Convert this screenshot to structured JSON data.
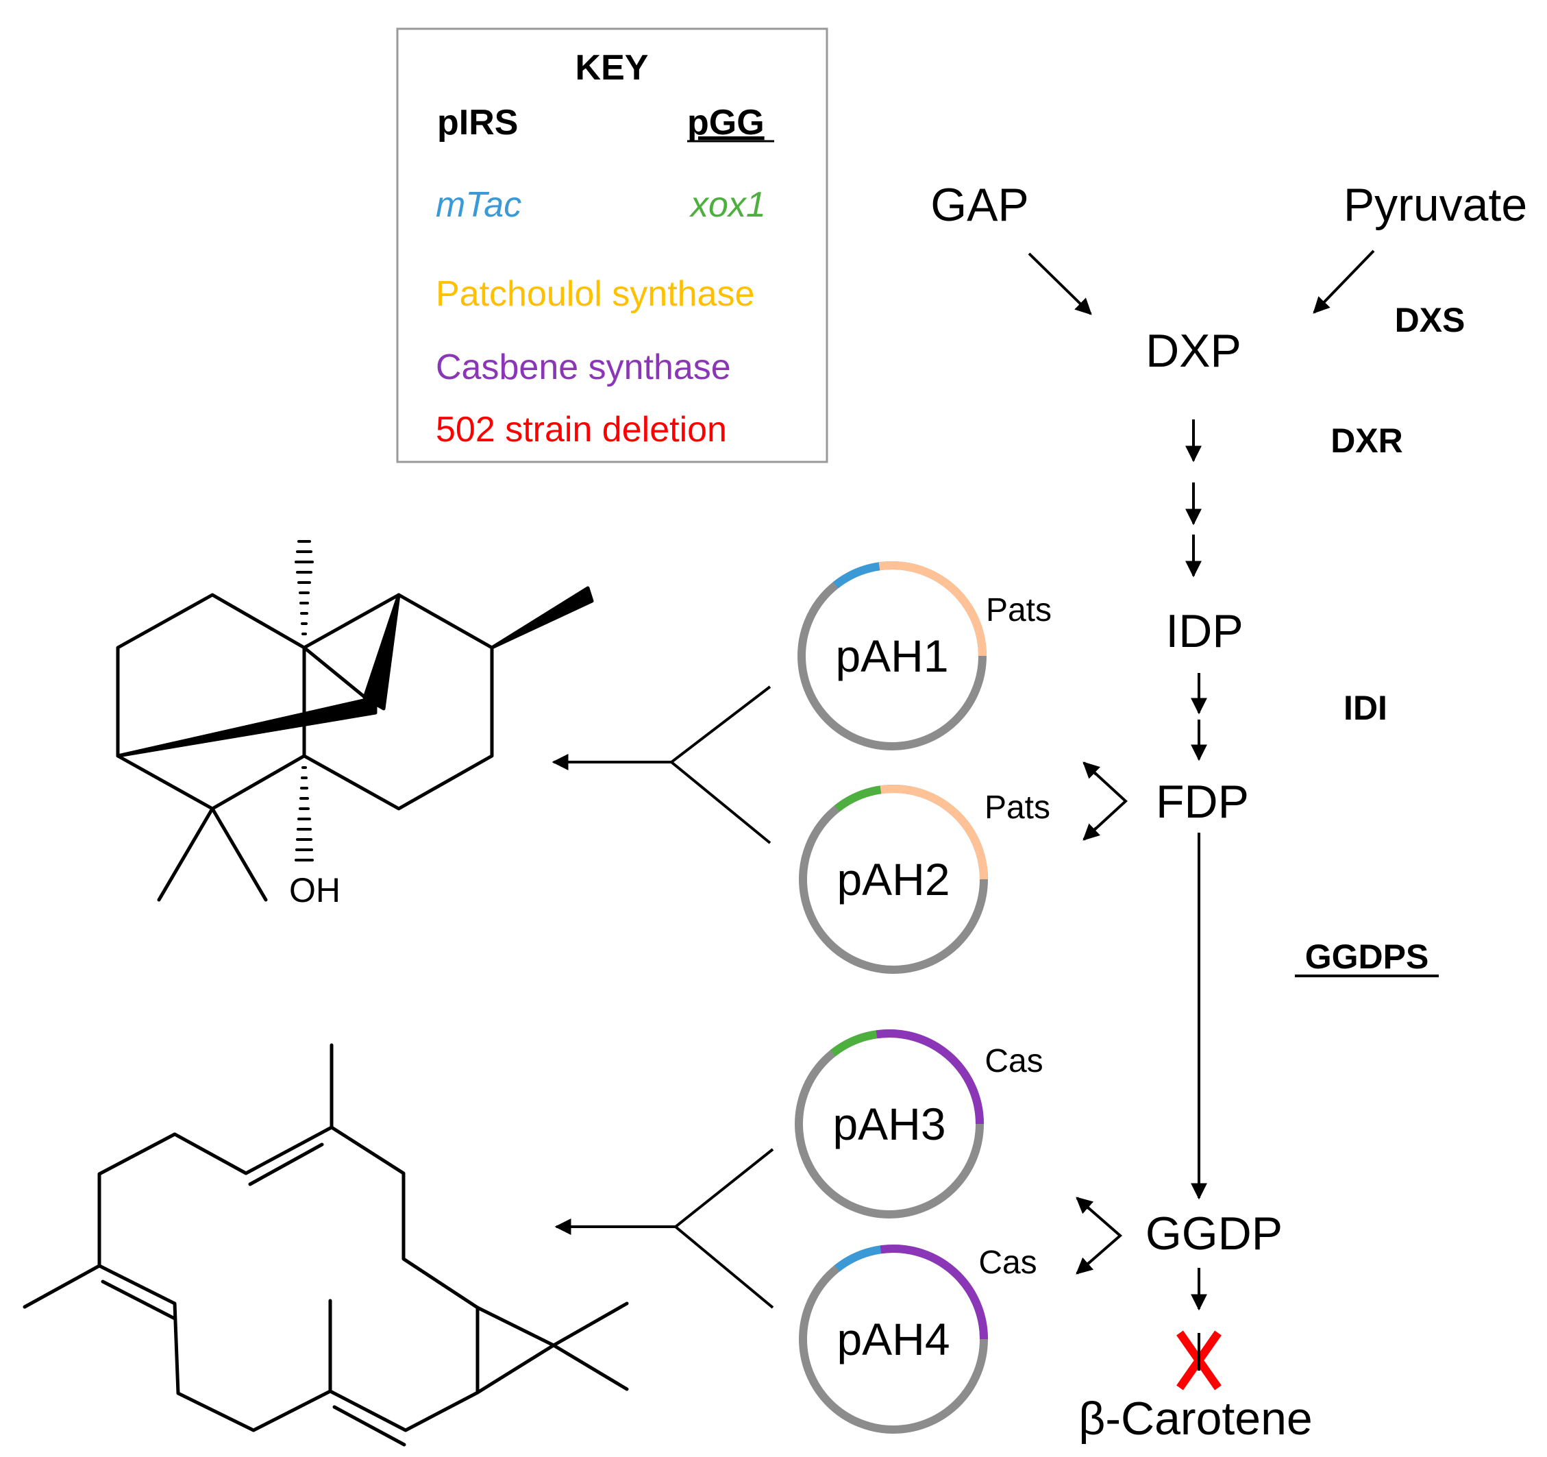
{
  "colors": {
    "mtac": "#3b9ad6",
    "xox1": "#4caf3e",
    "patchoulol": "#ffc000",
    "patchoulol_segment": "#ffc297",
    "casbene": "#8b36b6",
    "deletion": "#ff0000",
    "backbone": "#8c8c8c",
    "line": "#000000"
  },
  "key": {
    "title": "KEY",
    "col1_header": "pIRS",
    "col2_header": "pGG",
    "items": {
      "mtac": "mTac",
      "xox1": "xox1",
      "patchoulol": "Patchoulol synthase",
      "casbene": "Casbene synthase",
      "deletion": "502 strain deletion"
    }
  },
  "pathway": {
    "metabolites": {
      "gap": "GAP",
      "pyruvate": "Pyruvate",
      "dxp": "DXP",
      "idp": "IDP",
      "fdp": "FDP",
      "ggdp": "GGDP",
      "carotene": "β-Carotene"
    },
    "enzymes": {
      "dxs": "DXS",
      "dxr": "DXR",
      "idi": "IDI",
      "ggdps": "GGDPS"
    }
  },
  "plasmids": [
    {
      "name": "pAH1",
      "gene": "Pats",
      "promoter": "mtac",
      "insert": "patchoulol"
    },
    {
      "name": "pAH2",
      "gene": "Pats",
      "promoter": "xox1",
      "insert": "patchoulol"
    },
    {
      "name": "pAH3",
      "gene": "Cas",
      "promoter": "xox1",
      "insert": "casbene"
    },
    {
      "name": "pAH4",
      "gene": "Cas",
      "promoter": "mtac",
      "insert": "casbene"
    }
  ],
  "structures": {
    "patchoulol_oh": "OH"
  }
}
